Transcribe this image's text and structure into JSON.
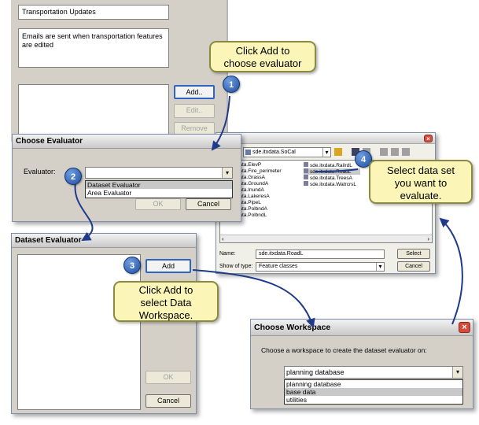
{
  "background_panel": {
    "name_value": "Transportation Updates",
    "description_value": "Emails are sent when transportation features are edited",
    "add_label": "Add..",
    "edit_label": "Edit..",
    "remove_label": "Remove"
  },
  "callouts": {
    "c1": {
      "number": "1",
      "lines": [
        "Click Add to",
        "choose evaluator"
      ]
    },
    "c2": {
      "number": "2"
    },
    "c3": {
      "number": "3",
      "lines": [
        "Click Add to",
        "select Data",
        "Workspace."
      ]
    },
    "c4": {
      "number": "4",
      "lines": [
        "Select data set",
        "you want to",
        "evaluate."
      ]
    }
  },
  "choose_evaluator": {
    "title": "Choose Evaluator",
    "evaluator_label": "Evaluator:",
    "options": [
      "Dataset Evaluator",
      "Area Evaluator"
    ],
    "selected_index": 0,
    "ok_label": "OK",
    "cancel_label": "Cancel"
  },
  "dataset_evaluator": {
    "title": "Dataset Evaluator",
    "add_label": "Add",
    "ok_label": "OK",
    "cancel_label": "Cancel"
  },
  "browse_dialog": {
    "close_icon": "close-icon",
    "location": "sde.itxdata.SoCal",
    "col1": [
      "sde.itxdata.ElevP",
      "sde.itxdata.Fire_perimeter",
      "sde.itxdata.GrassA",
      "sde.itxdata.GroundA",
      "sde.itxdata.InundA",
      "sde.itxdata.LakeresA",
      "sde.itxdata.PipeL",
      "sde.itxdata.PolbndA",
      "sde.itxdata.PolbndL"
    ],
    "col2": [
      "sde.itxdata.RailrdL",
      "sde.itxdata.RoadL",
      "sde.itxdata.TreesA",
      "sde.itxdata.WatrcrsL"
    ],
    "selected_item": "sde.itxdata.RoadL",
    "name_label": "Name:",
    "name_value": "sde.itxdata.RoadL",
    "type_label": "Show of type:",
    "type_value": "Feature classes",
    "select_label": "Select",
    "cancel_label": "Cancel"
  },
  "choose_workspace": {
    "title": "Choose Workspace",
    "prompt": "Choose a workspace to create the dataset evaluator on:",
    "selected": "planning database",
    "options": [
      "planning database",
      "base data",
      "utilities"
    ],
    "highlighted_index": 1
  }
}
